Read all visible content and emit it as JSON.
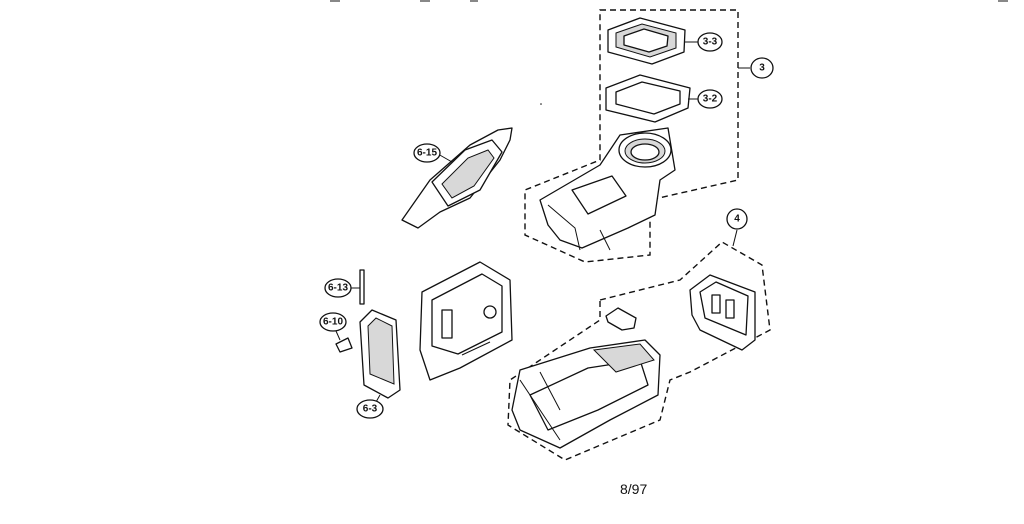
{
  "callouts": {
    "c3_3": "3-3",
    "c3_2": "3-2",
    "c3": "3",
    "c6_15": "6-15",
    "c4": "4",
    "c6_13": "6-13",
    "c6_10": "6-10",
    "c6_3": "6-3"
  },
  "page": {
    "number": "8/97"
  },
  "colors": {
    "ink": "#111111",
    "background": "#ffffff"
  }
}
